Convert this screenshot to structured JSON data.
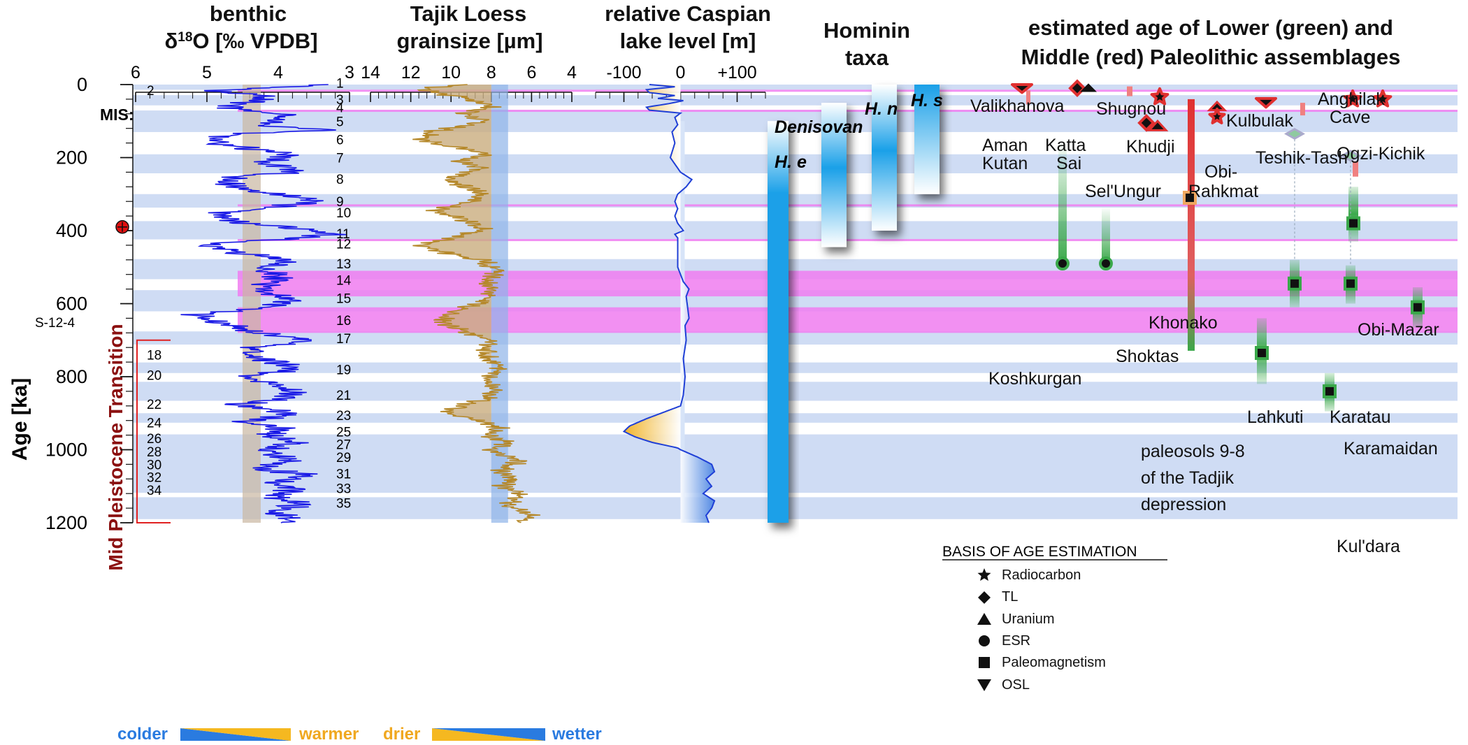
{
  "chart_data": {
    "type": "line",
    "y_axis": {
      "label": "Age [ka]",
      "range": [
        0,
        1200
      ],
      "ticks": [
        0,
        200,
        400,
        600,
        800,
        1000,
        1200
      ],
      "minor_step": 40
    },
    "mis_prefix": "MIS:",
    "mis_labels": [
      {
        "label": "1",
        "age": -5
      },
      {
        "label": "2",
        "age": 15
      },
      {
        "label": "3",
        "age": 40
      },
      {
        "label": "4",
        "age": 62
      },
      {
        "label": "5",
        "age": 100
      },
      {
        "label": "6",
        "age": 150
      },
      {
        "label": "7",
        "age": 200
      },
      {
        "label": "8",
        "age": 258
      },
      {
        "label": "9",
        "age": 320
      },
      {
        "label": "10",
        "age": 350
      },
      {
        "label": "11",
        "age": 408
      },
      {
        "label": "12",
        "age": 435
      },
      {
        "label": "13",
        "age": 490
      },
      {
        "label": "14",
        "age": 535
      },
      {
        "label": "15",
        "age": 585
      },
      {
        "label": "16",
        "age": 645
      },
      {
        "label": "17",
        "age": 695
      },
      {
        "label": "18",
        "age": 740
      },
      {
        "label": "19",
        "age": 780
      },
      {
        "label": "20",
        "age": 795
      },
      {
        "label": "21",
        "age": 850
      },
      {
        "label": "22",
        "age": 875
      },
      {
        "label": "23",
        "age": 905
      },
      {
        "label": "24",
        "age": 925
      },
      {
        "label": "25",
        "age": 950
      },
      {
        "label": "26",
        "age": 968
      },
      {
        "label": "27",
        "age": 985
      },
      {
        "label": "28",
        "age": 1005
      },
      {
        "label": "29",
        "age": 1020
      },
      {
        "label": "30",
        "age": 1040
      },
      {
        "label": "31",
        "age": 1065
      },
      {
        "label": "32",
        "age": 1075
      },
      {
        "label": "33",
        "age": 1105
      },
      {
        "label": "34",
        "age": 1110
      },
      {
        "label": "35",
        "age": 1145
      }
    ],
    "warm_bands": [
      [
        0,
        14
      ],
      [
        29,
        57
      ],
      [
        71,
        130
      ],
      [
        191,
        243
      ],
      [
        300,
        337
      ],
      [
        374,
        424
      ],
      [
        478,
        533
      ],
      [
        563,
        621
      ],
      [
        676,
        712
      ],
      [
        761,
        790
      ],
      [
        814,
        866
      ],
      [
        900,
        926
      ],
      [
        958,
        1118
      ],
      [
        1130,
        1190
      ]
    ],
    "magenta_bands": [
      [
        14,
        16
      ],
      [
        69,
        71
      ],
      [
        328,
        332
      ],
      [
        423,
        427
      ],
      [
        510,
        580
      ],
      [
        610,
        680
      ]
    ],
    "mpt_label": "Mid Pleistocene Transition",
    "mpt_range": [
      700,
      1200
    ],
    "sample": {
      "label": "S-12-4",
      "age": 390
    },
    "benthic": {
      "title_line1": "benthic",
      "title_line2": "δ18O [‰ VPDB]",
      "title_prefix": "δ",
      "title_sup": "18",
      "title_rest": "O [‰ VPDB]",
      "x_range": [
        6,
        3
      ],
      "ticks": [
        6,
        5,
        4,
        3
      ],
      "color": "#1a1ae6",
      "knots": [
        [
          0,
          3.3
        ],
        [
          5,
          3.8
        ],
        [
          18,
          5.0
        ],
        [
          30,
          4.2
        ],
        [
          45,
          4.3
        ],
        [
          57,
          4.7
        ],
        [
          65,
          4.6
        ],
        [
          85,
          3.9
        ],
        [
          110,
          4.2
        ],
        [
          125,
          3.3
        ],
        [
          135,
          4.6
        ],
        [
          150,
          4.9
        ],
        [
          165,
          4.8
        ],
        [
          190,
          3.9
        ],
        [
          215,
          4.2
        ],
        [
          240,
          3.7
        ],
        [
          250,
          4.5
        ],
        [
          270,
          4.7
        ],
        [
          290,
          4.4
        ],
        [
          320,
          3.4
        ],
        [
          340,
          4.3
        ],
        [
          355,
          4.9
        ],
        [
          375,
          4.6
        ],
        [
          400,
          3.5
        ],
        [
          410,
          3.2
        ],
        [
          425,
          4.0
        ],
        [
          435,
          5.0
        ],
        [
          460,
          4.6
        ],
        [
          480,
          3.9
        ],
        [
          500,
          4.2
        ],
        [
          530,
          4.0
        ],
        [
          560,
          4.3
        ],
        [
          590,
          3.8
        ],
        [
          610,
          4.2
        ],
        [
          630,
          5.1
        ],
        [
          650,
          4.9
        ],
        [
          680,
          4.3
        ],
        [
          700,
          3.6
        ],
        [
          720,
          4.3
        ],
        [
          745,
          4.4
        ],
        [
          760,
          4.0
        ],
        [
          780,
          3.7
        ],
        [
          800,
          4.6
        ],
        [
          830,
          3.9
        ],
        [
          860,
          3.8
        ],
        [
          875,
          4.6
        ],
        [
          900,
          3.8
        ],
        [
          925,
          4.5
        ],
        [
          945,
          3.9
        ],
        [
          960,
          4.2
        ],
        [
          980,
          3.7
        ],
        [
          1000,
          4.2
        ],
        [
          1030,
          3.8
        ],
        [
          1050,
          4.3
        ],
        [
          1070,
          3.6
        ],
        [
          1090,
          4.1
        ],
        [
          1110,
          3.8
        ],
        [
          1130,
          4.0
        ],
        [
          1150,
          3.7
        ],
        [
          1170,
          4.1
        ],
        [
          1190,
          3.8
        ],
        [
          1200,
          3.9
        ]
      ],
      "threshold": 4.5
    },
    "loess": {
      "title_line1": "Tajik Loess",
      "title_line2": "grainsize [µm]",
      "title_prefix": "grainsize [",
      "title_mu": "µ",
      "title_rest": "m]",
      "x_range": [
        14,
        4
      ],
      "ticks": [
        14,
        12,
        10,
        8,
        6,
        4
      ],
      "color": "#b5882a",
      "knots": [
        [
          0,
          9.0
        ],
        [
          10,
          11.5
        ],
        [
          25,
          10.6
        ],
        [
          40,
          9.0
        ],
        [
          60,
          8.0
        ],
        [
          80,
          9.5
        ],
        [
          100,
          8.2
        ],
        [
          130,
          11.0
        ],
        [
          150,
          11.5
        ],
        [
          170,
          10.0
        ],
        [
          190,
          8.3
        ],
        [
          210,
          9.8
        ],
        [
          230,
          8.5
        ],
        [
          260,
          10.2
        ],
        [
          280,
          9.3
        ],
        [
          300,
          8.4
        ],
        [
          320,
          9.0
        ],
        [
          345,
          10.8
        ],
        [
          370,
          9.5
        ],
        [
          395,
          8.3
        ],
        [
          420,
          10.0
        ],
        [
          440,
          11.5
        ],
        [
          460,
          10.3
        ],
        [
          480,
          8.5
        ],
        [
          510,
          7.7
        ],
        [
          540,
          8.3
        ],
        [
          570,
          8.0
        ],
        [
          600,
          8.6
        ],
        [
          620,
          9.8
        ],
        [
          650,
          10.5
        ],
        [
          680,
          9.1
        ],
        [
          700,
          7.8
        ],
        [
          720,
          8.4
        ],
        [
          750,
          8.1
        ],
        [
          780,
          7.5
        ],
        [
          800,
          8.3
        ],
        [
          830,
          7.8
        ],
        [
          860,
          8.2
        ],
        [
          880,
          9.5
        ],
        [
          900,
          10.3
        ],
        [
          920,
          8.6
        ],
        [
          940,
          7.5
        ],
        [
          960,
          8.3
        ],
        [
          980,
          7.2
        ],
        [
          1000,
          8.0
        ],
        [
          1030,
          6.6
        ],
        [
          1060,
          7.6
        ],
        [
          1080,
          6.8
        ],
        [
          1100,
          7.5
        ],
        [
          1120,
          6.5
        ],
        [
          1150,
          7.2
        ],
        [
          1180,
          6.0
        ],
        [
          1200,
          6.5
        ]
      ],
      "threshold": 8
    },
    "caspian": {
      "title_line1": "relative Caspian",
      "title_line2": "lake level [m]",
      "x_range": [
        -150,
        150
      ],
      "ticks": [
        -100,
        0,
        100
      ],
      "tick_labels": [
        "-100",
        "0",
        "+100"
      ],
      "color": "#1f3fd6",
      "knots": [
        [
          0,
          -55
        ],
        [
          6,
          -10
        ],
        [
          14,
          -60
        ],
        [
          22,
          -55
        ],
        [
          30,
          -10
        ],
        [
          38,
          -40
        ],
        [
          44,
          5
        ],
        [
          52,
          -20
        ],
        [
          62,
          -60
        ],
        [
          70,
          -55
        ],
        [
          78,
          0
        ],
        [
          90,
          -10
        ],
        [
          110,
          -5
        ],
        [
          130,
          -15
        ],
        [
          160,
          -10
        ],
        [
          200,
          -18
        ],
        [
          240,
          0
        ],
        [
          260,
          20
        ],
        [
          280,
          10
        ],
        [
          300,
          -5
        ],
        [
          320,
          -10
        ],
        [
          340,
          -5
        ],
        [
          360,
          -10
        ],
        [
          380,
          -5
        ],
        [
          400,
          5
        ],
        [
          410,
          -10
        ],
        [
          420,
          -5
        ],
        [
          470,
          -5
        ],
        [
          500,
          -5
        ],
        [
          540,
          5
        ],
        [
          560,
          15
        ],
        [
          580,
          10
        ],
        [
          640,
          15
        ],
        [
          660,
          8
        ],
        [
          700,
          10
        ],
        [
          750,
          5
        ],
        [
          800,
          8
        ],
        [
          850,
          5
        ],
        [
          880,
          0
        ],
        [
          915,
          -60
        ],
        [
          935,
          -90
        ],
        [
          950,
          -100
        ],
        [
          965,
          -80
        ],
        [
          980,
          -50
        ],
        [
          995,
          -5
        ],
        [
          1000,
          0
        ],
        [
          1020,
          30
        ],
        [
          1040,
          55
        ],
        [
          1060,
          60
        ],
        [
          1080,
          45
        ],
        [
          1100,
          55
        ],
        [
          1120,
          40
        ],
        [
          1140,
          60
        ],
        [
          1160,
          55
        ],
        [
          1180,
          45
        ],
        [
          1200,
          50
        ]
      ]
    },
    "hominin": {
      "title_line1": "Hominin",
      "title_line2": "taxa",
      "taxa": [
        {
          "label": "H. e",
          "start": 100,
          "end": 1200
        },
        {
          "label": "Denisovan",
          "start": 50,
          "end": 445
        },
        {
          "label": "H. n",
          "start": 0,
          "end": 400
        },
        {
          "label": "H. s",
          "start": 0,
          "end": 300
        }
      ]
    },
    "assemblages": {
      "title_line1": "estimated age of Lower (green) and",
      "title_line2": "Middle (red) Paleolithic assemblages",
      "sites": [
        {
          "name": "Valikhanova",
          "age": 16,
          "method": "OSL",
          "group": "middle"
        },
        {
          "name": "Aman Kutan",
          "label_lines": [
            "Aman",
            "Kutan"
          ],
          "age": 20,
          "method": "none",
          "group": "middle"
        },
        {
          "name": "Katta Sai",
          "label_lines": [
            "Katta",
            "Sai"
          ],
          "age": 20,
          "method": "TL+Uranium",
          "group": "middle"
        },
        {
          "name": "Shugnou",
          "age": 15,
          "method": "none",
          "group": "middle"
        },
        {
          "name": "Khudji",
          "age": 38,
          "method": "Radiocarbon",
          "group": "middle"
        },
        {
          "name": "Sel'Ungur",
          "age": 115,
          "method": "TL+Uranium",
          "group": "middle"
        },
        {
          "name": "Obi-Rahkmat",
          "label_lines": [
            "Obi-",
            "Rahkmat"
          ],
          "age": 70,
          "method": "Uranium+Radiocarbon",
          "group": "middle"
        },
        {
          "name": "Kulbulak",
          "age": 50,
          "method": "OSL",
          "group": "middle"
        },
        {
          "name": "Teshik-Tash",
          "age": 135,
          "method": "Uranium",
          "group": "middle"
        },
        {
          "name": "Anghilak Cave",
          "label_lines": [
            "Anghilak",
            "Cave"
          ],
          "age": 40,
          "method": "Radiocarbon",
          "group": "middle"
        },
        {
          "name": "Ogzi-Kichik",
          "age": 40,
          "method": "Radiocarbon",
          "group": "middle"
        },
        {
          "name": "Khonako",
          "age": 310,
          "method": "Paleomagnetism",
          "group": "lower"
        },
        {
          "name": "Koshkurgan",
          "age": 490,
          "method": "ESR",
          "group": "lower"
        },
        {
          "name": "Shoktas",
          "age": 490,
          "method": "ESR",
          "group": "lower"
        },
        {
          "name": "Obi-Mazar",
          "age": 380,
          "method": "Paleomagnetism",
          "group": "lower"
        },
        {
          "name": "Lahkuti",
          "age": 545,
          "method": "Paleomagnetism",
          "group": "lower"
        },
        {
          "name": "Karatau",
          "age": 545,
          "method": "Paleomagnetism",
          "group": "lower"
        },
        {
          "name": "Karamaidan",
          "age": 610,
          "method": "Paleomagnetism",
          "group": "lower"
        },
        {
          "name": "paleosols 9-8 of the Tadjik depression",
          "label_lines": [
            "paleosols 9-8",
            "of the Tadjik",
            "depression"
          ],
          "age": 735,
          "method": "Paleomagnetism",
          "group": "lower"
        },
        {
          "name": "Kul'dara",
          "age": 840,
          "method": "Paleomagnetism",
          "group": "lower"
        }
      ]
    },
    "legend": {
      "title": "BASIS OF AGE ESTIMATION",
      "items": [
        "Radiocarbon",
        "TL",
        "Uranium",
        "ESR",
        "Paleomagnetism",
        "OSL"
      ]
    },
    "bottom_scale": {
      "colder": "colder",
      "warmer": "warmer",
      "drier": "drier",
      "wetter": "wetter"
    }
  },
  "colors": {
    "warm_band": "#cfdcf4",
    "magenta_band": "#f07df0",
    "benthic": "#1a1ae6",
    "loess": "#b5882a",
    "caspian": "#1f3fd6",
    "hominin": "#1aa0e8",
    "lower_green": "#3aa84a",
    "middle_red": "#e03030",
    "mpt": "#8b1010",
    "blue_text": "#2a7be0",
    "orange_text": "#f0a820"
  }
}
